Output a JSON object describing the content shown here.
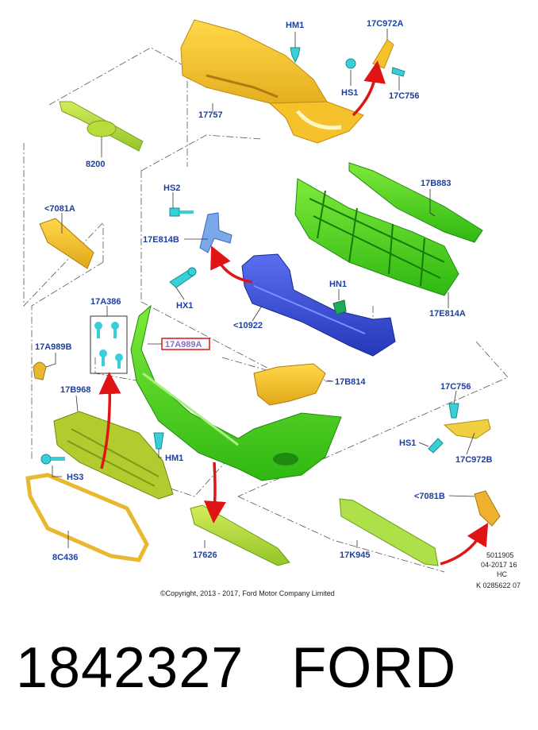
{
  "labels": {
    "p_8200": "8200",
    "p_17757": "17757",
    "p_hm1_top": "HM1",
    "p_17c972a": "17C972A",
    "p_hs1_top": "HS1",
    "p_17c756_top": "17C756",
    "p_17b883": "17B883",
    "p_7081a": "<7081A",
    "p_hs2": "HS2",
    "p_17e814b": "17E814B",
    "p_hx1": "HX1",
    "p_10922": "<10922",
    "p_hn1": "HN1",
    "p_17e814a": "17E814A",
    "p_17a386": "17A386",
    "p_17a989b": "17A989B",
    "p_17a989a": "17A989A",
    "p_17b968": "17B968",
    "p_17b814": "17B814",
    "p_17c756_right": "17C756",
    "p_hs1_right": "HS1",
    "p_17c972b": "17C972B",
    "p_hm1_bottom": "HM1",
    "p_hs3": "HS3",
    "p_8c436": "8C436",
    "p_17626": "17626",
    "p_17k945": "17K945",
    "p_7081b": "<7081B"
  },
  "copyright": "©Copyright, 2013 - 2017, Ford Motor Company Limited",
  "meta": {
    "line1": "5011905",
    "line2": "04-2017 16",
    "line3": "HC",
    "line4": "K 0285622 07"
  },
  "footer": {
    "part_number": "1842327",
    "brand": "FORD"
  },
  "colors": {
    "label_blue": "#1a3fa8",
    "yellow_part": "#f4c430",
    "green_part": "#4cd41c",
    "lime_part": "#b8dc3c",
    "blue_part": "#3a52d8",
    "cyan_fastener": "#38d0d8",
    "arrow_red": "#e01414",
    "highlight_box": "#e01414"
  }
}
